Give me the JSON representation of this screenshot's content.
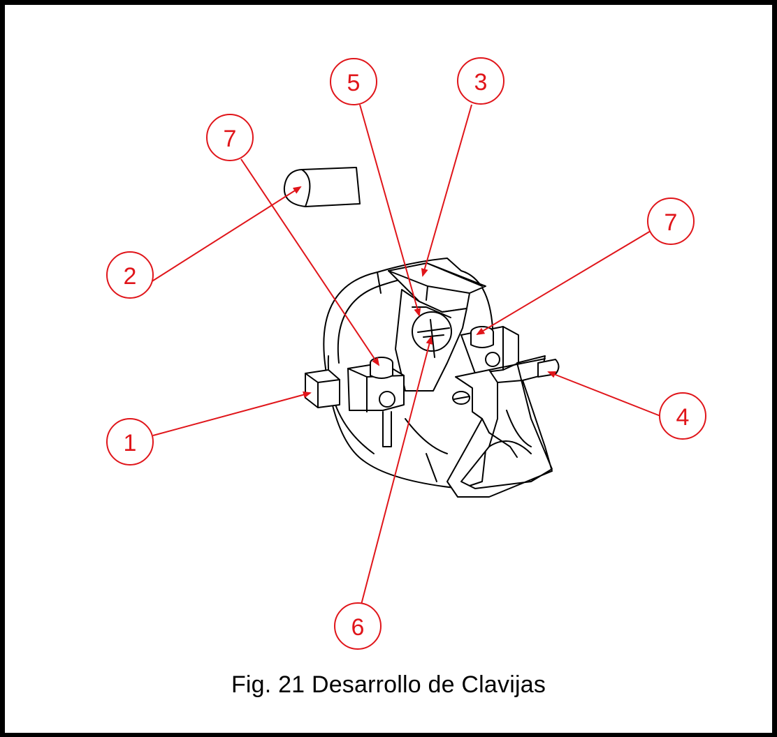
{
  "caption": "Fig. 21 Desarrollo de Clavijas",
  "callouts": [
    {
      "label": "1"
    },
    {
      "label": "2"
    },
    {
      "label": "3"
    },
    {
      "label": "4"
    },
    {
      "label": "5"
    },
    {
      "label": "6"
    },
    {
      "label": "7"
    },
    {
      "label": "7"
    }
  ],
  "colors": {
    "callout": "#e0151a",
    "line_art": "#000000",
    "frame": "#000000",
    "background": "#ffffff"
  }
}
